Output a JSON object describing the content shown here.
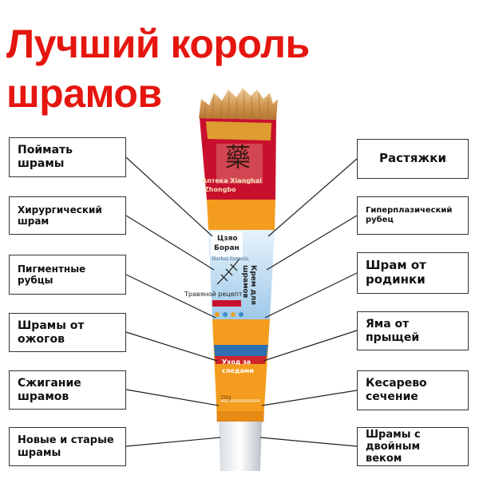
{
  "headline": {
    "line1": "Лучший король",
    "line2": "шрамов"
  },
  "left_labels": [
    "Поймать шрамы",
    "Хирургический шрам",
    "Пигментные рубцы",
    "Шрамы от ожогов",
    "Сжигание шрамов",
    "Новые и старые шрамы"
  ],
  "right_labels": [
    "Растяжки",
    "Гиперплазический рубец",
    "Шрам от родинки",
    "Яма от прыщей",
    "Кесарево сечение",
    "Шрамы с двойным веком"
  ],
  "tube": {
    "brand_glyph": "藥",
    "brand_line1": "Аптека Xianghai",
    "brand_line2": "Zhongbo",
    "product_name_line1": "Цзяо",
    "product_name_line2": "Боран",
    "formula": "Herbal formula",
    "product_type_line1": "Крем для",
    "product_type_line2": "шрамов",
    "recipe": "Травяной рецепт",
    "care_line1": "Уход за",
    "care_line2": "следами",
    "weight": "20g"
  },
  "colors": {
    "headline": "#e5160f",
    "cap_red": "#c8102e",
    "tube_orange": "#f39c1d",
    "label_blue": "#cfe6f5",
    "brush": "#c98f4a"
  }
}
